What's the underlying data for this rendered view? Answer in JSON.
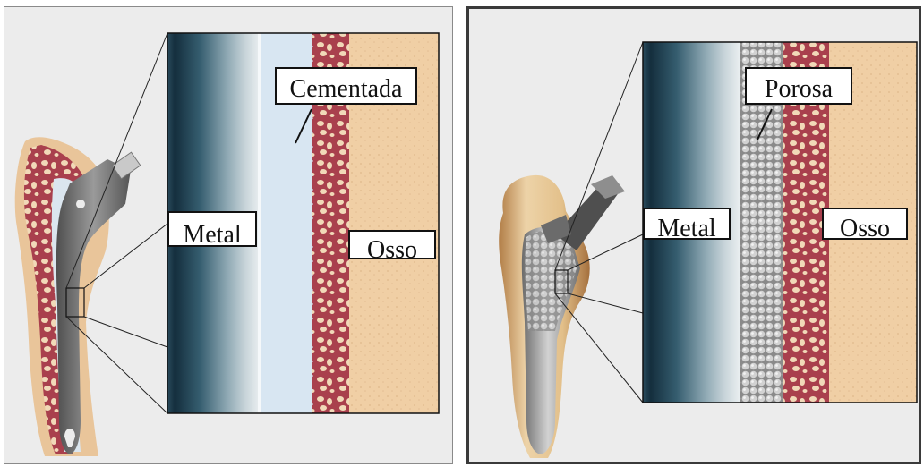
{
  "left_panel": {
    "callout_label": "Cementada",
    "metal_label": "Metal",
    "bone_label": "Osso"
  },
  "right_panel": {
    "callout_label": "Porosa",
    "metal_label": "Metal",
    "bone_label": "Osso"
  },
  "colors": {
    "panel_bg": "#ececec",
    "metal_dark": "#1c3a4c",
    "metal_light": "#dfe6ea",
    "cement": "#d7e6f2",
    "bone_cortical": "#a6434f",
    "bone_marrow": "#efcfa6",
    "porous_coating": "#b5b5b5"
  }
}
